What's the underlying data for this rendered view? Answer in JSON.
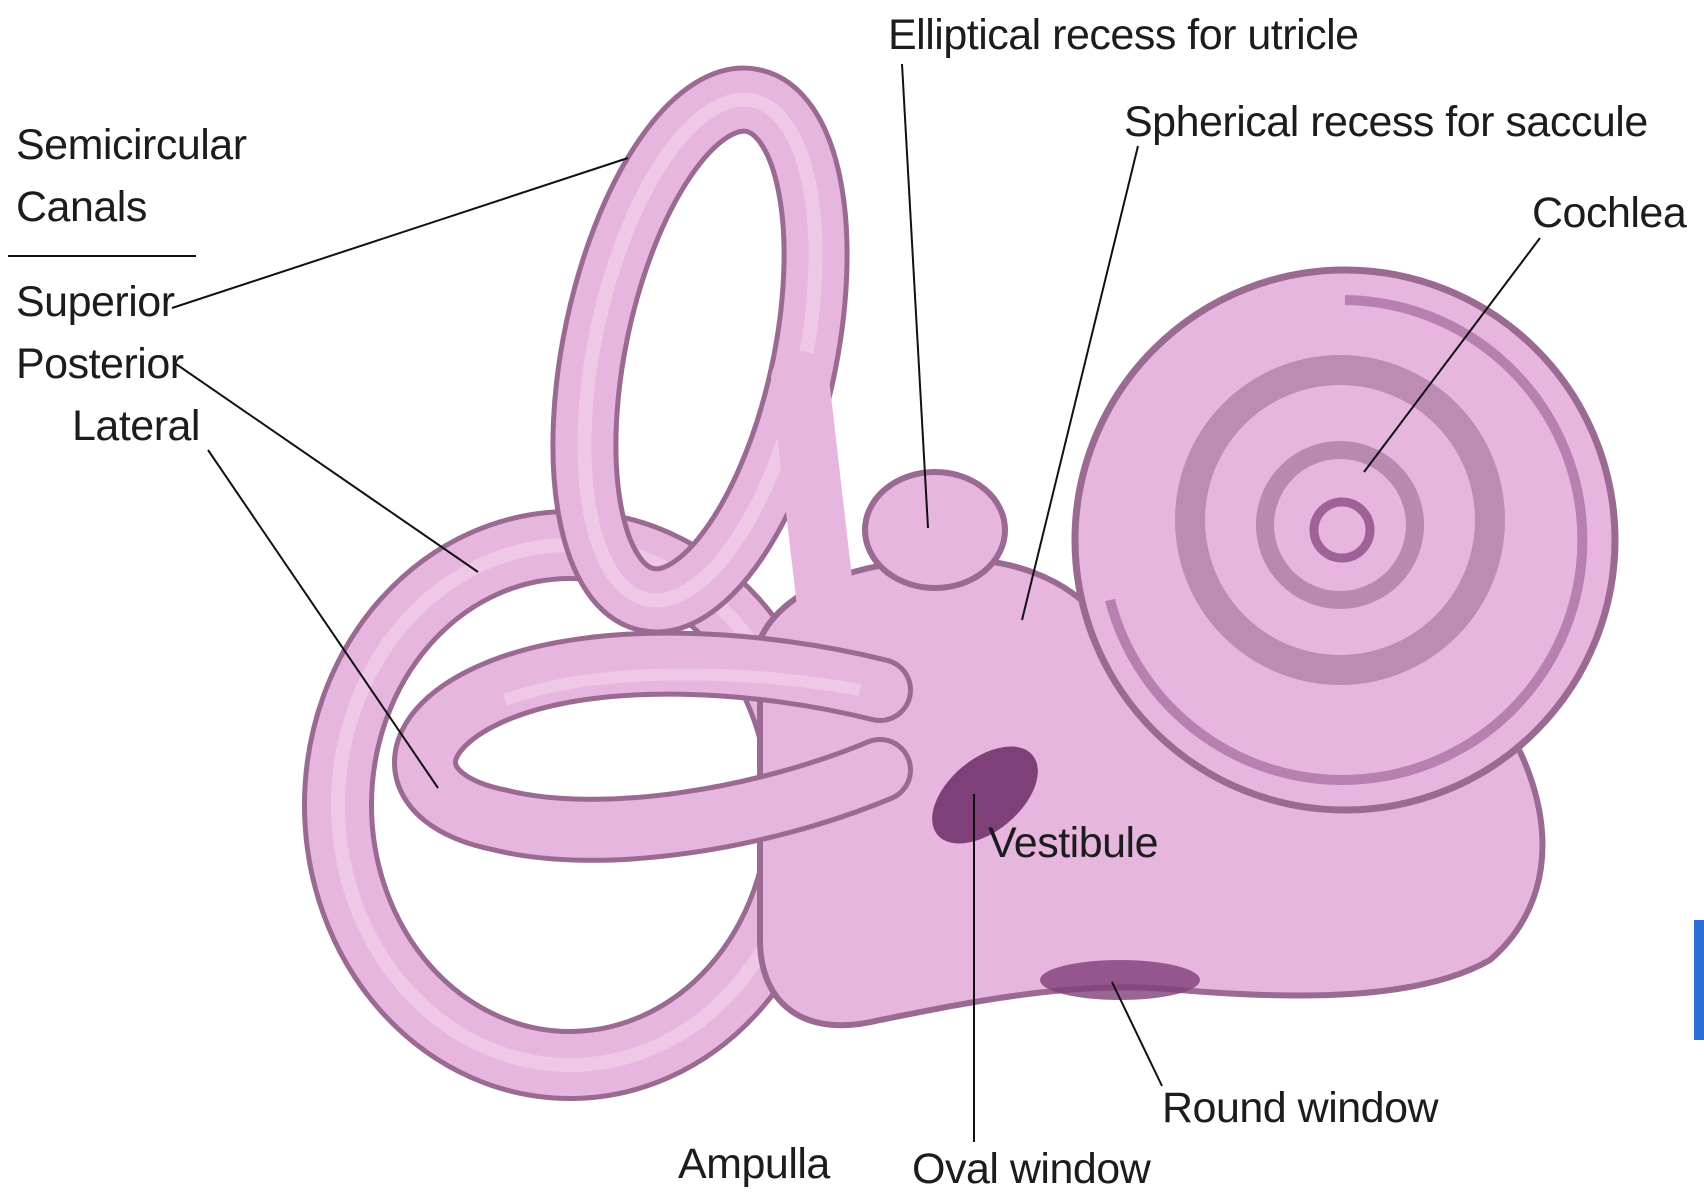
{
  "diagram": {
    "colors": {
      "tissue_fill": "#e6b6de",
      "tissue_light": "#f1cdea",
      "tissue_outline": "#9a6a93",
      "tissue_shadow": "#7f3f78",
      "leader_line": "#111111",
      "edge_accent": "#2a6fd6"
    },
    "heading": {
      "line1": "Semicircular",
      "line2": "Canals"
    },
    "labels": {
      "superior": "Superior",
      "posterior": "Posterior",
      "lateral": "Lateral",
      "elliptical_recess": "Elliptical recess for utricle",
      "spherical_recess": "Spherical recess for saccule",
      "cochlea": "Cochlea",
      "vestibule": "Vestibule",
      "round_window": "Round window",
      "oval_window": "Oval window",
      "ampulla": "Ampulla"
    }
  }
}
